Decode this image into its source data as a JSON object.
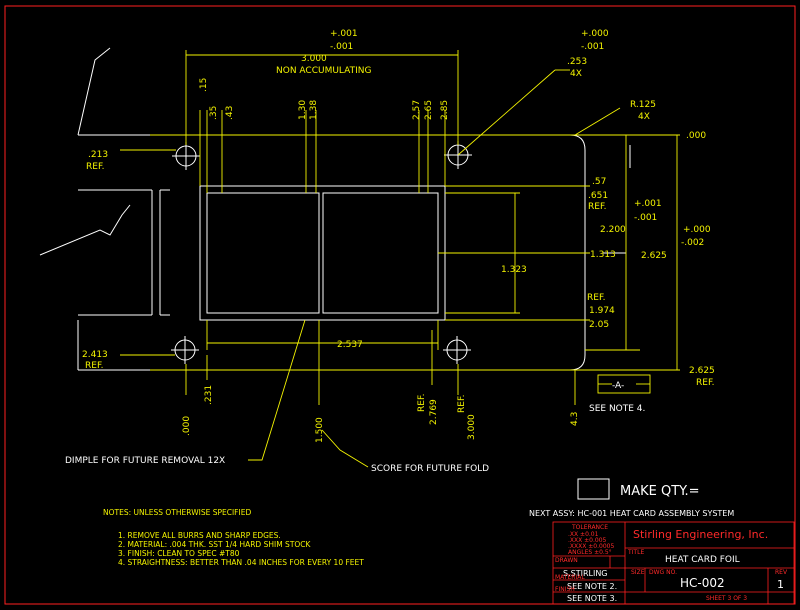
{
  "colors": {
    "background": "#000000",
    "geometry": "#ffffff",
    "dimensions": "#f3f300",
    "border": "#ff2020",
    "title_red": "#ff2a2a"
  },
  "dims": {
    "top_tol_plus": "+.001",
    "top_tol_minus": "-.001",
    "top_len": "3.000",
    "non_accum": "NON ACCUMULATING",
    "hole_tol_plus": "+.000",
    "hole_tol_minus": "-.001",
    "hole_dia": ".253",
    "hole_qty": "4X",
    "radius": "R.125",
    "radius_qty": "4X",
    "x_15": ".15",
    "x_35": ".35",
    "x_43": ".43",
    "x_130": "1.30",
    "x_138": "1.38",
    "x_257": "2.57",
    "x_265": "2.65",
    "x_285": "2.85",
    "ref213": ".213",
    "ref": "REF.",
    "y_000": ".000",
    "y_57": ".57",
    "y_651": ".651",
    "y_2200": "2.200",
    "y_2200_tol_plus": "+.001",
    "y_2200_tol_minus": "-.001",
    "y_2625_tol_plus": "+.000",
    "y_2625_tol_minus": "-.002",
    "y_2625": "2.625",
    "y_1313": "1.313",
    "inner_1323": "1.323",
    "y_1974": "1.974",
    "y_205": "2.05",
    "x_2537": "2.537",
    "ref2413": "2.413",
    "ref2625b": "2.625",
    "datum": "-A-",
    "x_000": ".000",
    "x_231": ".231",
    "x_1500": "1.500",
    "x_2769": "2.769",
    "x_3000": "3.000",
    "x_43b": "4.3",
    "see_note4": "SEE NOTE 4.",
    "dimple": "DIMPLE FOR FUTURE REMOVAL 12X",
    "score": "SCORE FOR FUTURE FOLD"
  },
  "notes": {
    "heading": "NOTES: UNLESS OTHERWISE SPECIFIED",
    "items": [
      "1. REMOVE ALL BURRS AND SHARP EDGES.",
      "2. MATERIAL: .004 THK. SST 1/4 HARD SHIM STOCK",
      "3. FINISH: CLEAN TO SPEC #T80",
      "4. STRAIGHTNESS: BETTER THAN .04 INCHES FOR EVERY 10 FEET"
    ]
  },
  "title_block": {
    "make_qty": "MAKE QTY.=",
    "next_assy": "NEXT ASSY: HC-001 HEAT CARD ASSEMBLY SYSTEM",
    "company": "Stirling Engineering, Inc.",
    "tolerance_label": "TOLERANCE",
    "tol_lines": [
      ".XX ±0.01",
      ".XXX ±0.005",
      ".XXXX ±0.0005",
      "ANGLES ±0.5°"
    ],
    "title_label": "TITLE",
    "title": "HEAT CARD FOIL",
    "drawn_label": "DRAWN",
    "drawn_by": "S.STIRLING",
    "material_label": "MATERIAL",
    "material": "SEE NOTE 2.",
    "finish_label": "FINISH",
    "finish": "SEE NOTE 3.",
    "size_label": "SIZE",
    "dwg_label": "DWG NO.",
    "dwg_no": "HC-002",
    "rev_label": "REV",
    "rev": "1",
    "sheet": "SHEET 3 OF 3"
  }
}
